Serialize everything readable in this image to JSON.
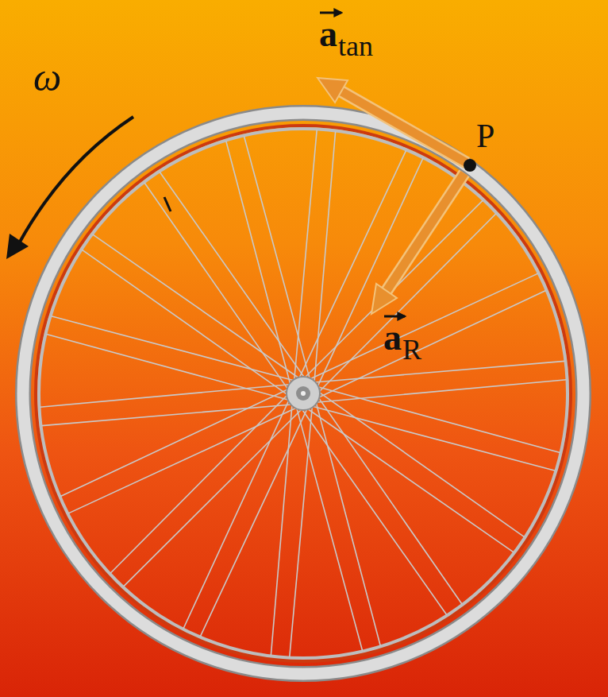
{
  "diagram": {
    "labels": [
      "ω",
      "P",
      "a",
      "tan",
      "a",
      "R"
    ]
  }
}
